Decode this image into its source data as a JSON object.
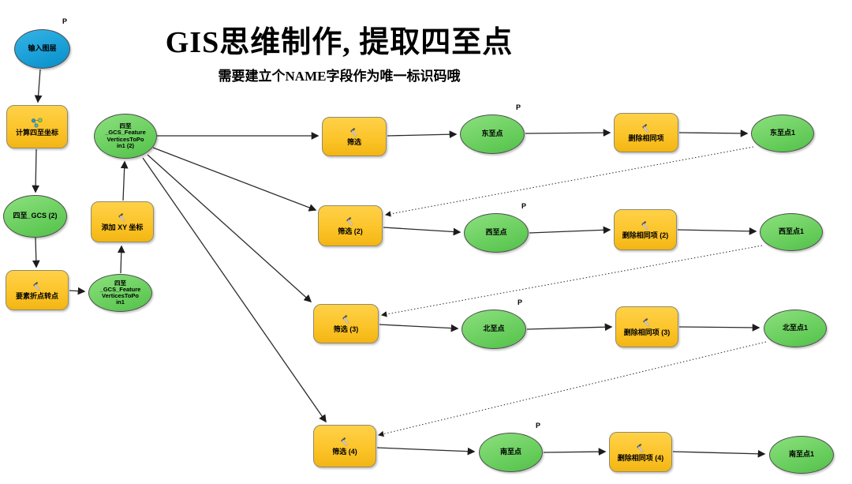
{
  "title": "GIS思维制作, 提取四至点",
  "subtitle": "需要建立个NAME字段作为唯一标识码哦",
  "colors": {
    "input_blue": "#1CA3DC",
    "tool_yellow": "#FBC327",
    "derived_green": "#6FD164",
    "wire_black": "#1c1c1c"
  },
  "nodes": {
    "input_layer": {
      "label": "输入图层",
      "param": "P"
    },
    "calc_extent": {
      "label": "计算四至坐标"
    },
    "extent_gcs2": {
      "label": "四至_GCS (2)"
    },
    "vertex_tool": {
      "label": "要素折点转点"
    },
    "poin1": {
      "label": "四至\n_GCS_Feature\nVerticesToPo\nin1"
    },
    "add_xy": {
      "label": "添加 XY 坐标"
    },
    "poin1_2": {
      "label": "四至\n_GCS_Feature\nVerticesToPo\nin1 (2)"
    },
    "filter_east": {
      "label": "筛选"
    },
    "east_point": {
      "label": "东至点",
      "param": "P"
    },
    "dedup_east": {
      "label": "删除相同项"
    },
    "east_point1": {
      "label": "东至点1"
    },
    "filter_west": {
      "label": "筛选 (2)"
    },
    "west_point": {
      "label": "西至点",
      "param": "P"
    },
    "dedup_west": {
      "label": "删除相同项 (2)"
    },
    "west_point1": {
      "label": "西至点1"
    },
    "filter_north": {
      "label": "筛选 (3)"
    },
    "north_point": {
      "label": "北至点",
      "param": "P"
    },
    "dedup_north": {
      "label": "删除相同项 (3)"
    },
    "north_point1": {
      "label": "北至点1"
    },
    "filter_south": {
      "label": "筛选 (4)"
    },
    "south_point": {
      "label": "南至点",
      "param": "P"
    },
    "dedup_south": {
      "label": "删除相同项 (4)"
    },
    "south_point1": {
      "label": "南至点1"
    }
  }
}
